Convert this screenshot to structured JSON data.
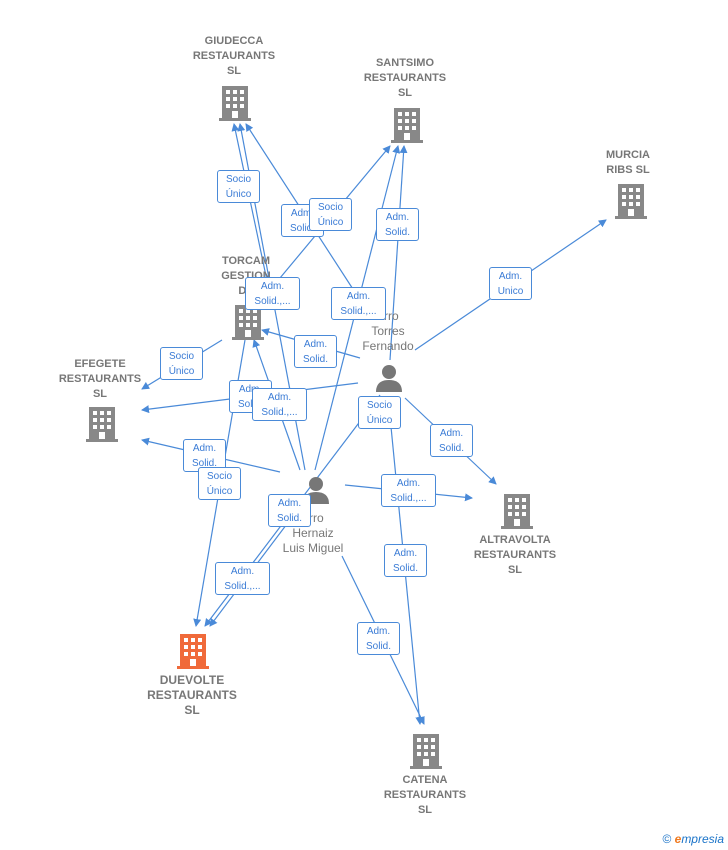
{
  "companies": [
    {
      "id": "giudecca",
      "label": "GIUDECCA\nRESTAURANTS\nSL",
      "color": "#888888"
    },
    {
      "id": "santsimo",
      "label": "SANTSIMO\nRESTAURANTS\nSL",
      "color": "#888888"
    },
    {
      "id": "murcia",
      "label": "MURCIA\nRIBS SL",
      "color": "#888888"
    },
    {
      "id": "torcam",
      "label": "TORCAM\nGESTION\nDE",
      "color": "#888888"
    },
    {
      "id": "efegete",
      "label": "EFEGETE\nRESTAURANTS\nSL",
      "color": "#888888"
    },
    {
      "id": "altravolta",
      "label": "ALTRAVOLTA\nRESTAURANTS\nSL",
      "color": "#888888"
    },
    {
      "id": "duevolte",
      "label": "DUEVOLTE\nRESTAURANTS\nSL",
      "color": "#f06a3a"
    },
    {
      "id": "catena",
      "label": "CATENA\nRESTAURANTS\nSL",
      "color": "#888888"
    }
  ],
  "persons": [
    {
      "id": "torres",
      "label": "arro\nTorres\nFernando"
    },
    {
      "id": "hernaiz",
      "label": "arro\nHernaiz\nLuis Miguel"
    }
  ],
  "edge_labels": [
    "Socio\nÚnico",
    "Adm.\nSolid.",
    "Socio\nÚnico",
    "Adm.\nSolid.",
    "Adm.\nSolid.,...",
    "Adm.\nSolid.,...",
    "Adm.\nUnico",
    "Socio\nÚnico",
    "Adm.\nSolid.",
    "Adm.\nSolid.",
    "Adm.\nSolid.,...",
    "Socio\nÚnico",
    "Adm.\nSolid.",
    "Adm.\nSolid.",
    "Socio\nÚnico",
    "Adm.\nSolid.,...",
    "Adm.\nSolid.",
    "Adm.\nSolid.,...",
    "Adm.\nSolid.",
    "Adm.\nSolid."
  ],
  "footer": {
    "copyright": "©",
    "brand_initial": "e",
    "brand_rest": "mpresia"
  },
  "colors": {
    "edge": "#4a8ad8",
    "node": "#888888",
    "focus": "#f06a3a"
  }
}
